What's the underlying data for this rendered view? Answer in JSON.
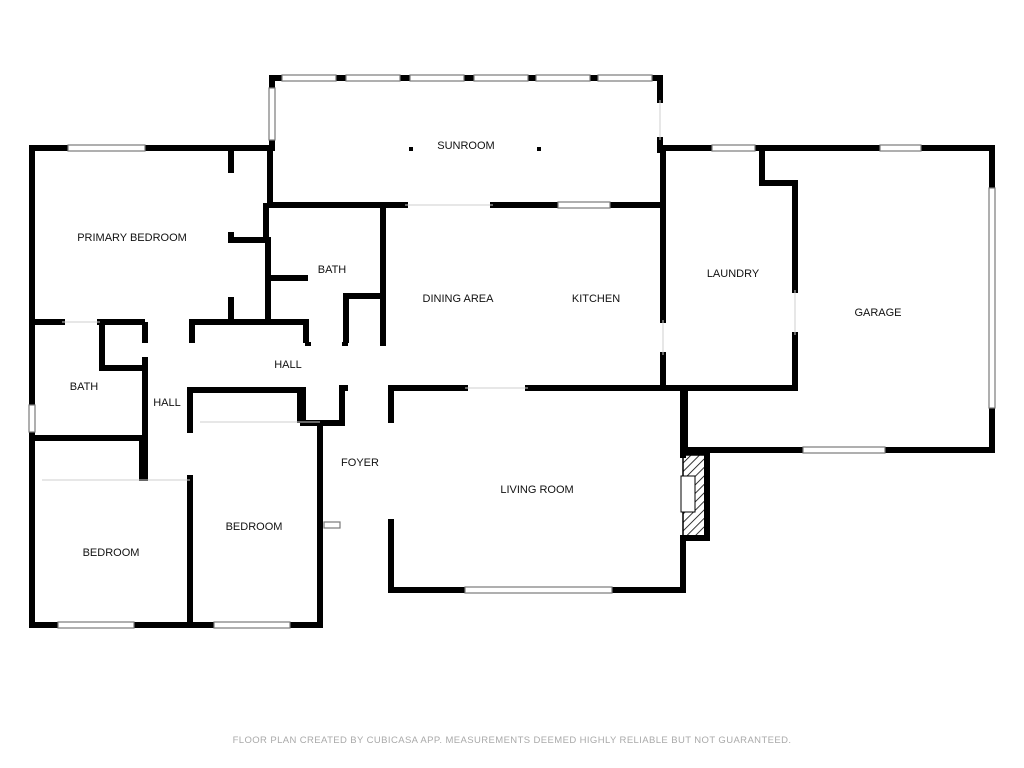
{
  "plan": {
    "rooms": {
      "sunroom": "SUNROOM",
      "primary_bedroom": "PRIMARY BEDROOM",
      "bath_upper": "BATH",
      "dining_area": "DINING AREA",
      "kitchen": "KITCHEN",
      "laundry": "LAUNDRY",
      "garage": "GARAGE",
      "hall_upper": "HALL",
      "bath_left": "BATH",
      "hall_left": "HALL",
      "foyer": "FOYER",
      "living_room": "LIVING ROOM",
      "bedroom_middle": "BEDROOM",
      "bedroom_left": "BEDROOM"
    }
  },
  "footer": {
    "disclaimer": "FLOOR PLAN CREATED BY CUBICASA APP. MEASUREMENTS DEEMED HIGHLY RELIABLE BUT NOT GUARANTEED."
  },
  "colors": {
    "wall": "#000000",
    "window": "#9a9a9a",
    "label": "#111111",
    "footer": "#a9a9a9"
  }
}
